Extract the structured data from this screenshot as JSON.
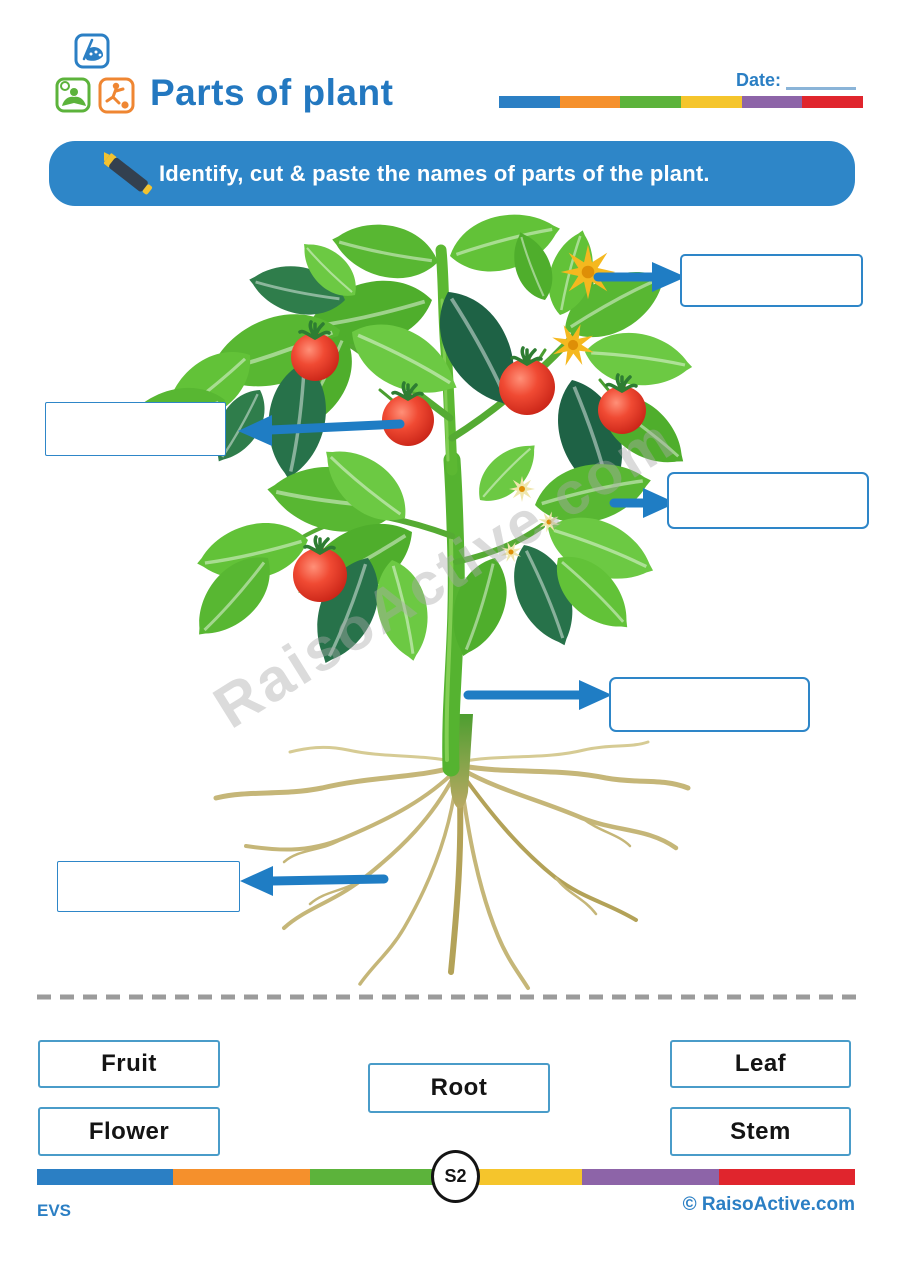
{
  "header": {
    "title": "Parts of plant",
    "date_label": "Date:",
    "logo_icons": [
      "art-palette",
      "reading-child",
      "sports-runner"
    ]
  },
  "instruction": {
    "text": "Identify, cut  & paste the names of parts of the plant."
  },
  "watermark": "RaisoActive.com",
  "diagram": {
    "answer_boxes": [
      {
        "id": "flower",
        "value": ""
      },
      {
        "id": "fruit",
        "value": ""
      },
      {
        "id": "leaf",
        "value": ""
      },
      {
        "id": "stem",
        "value": ""
      },
      {
        "id": "root",
        "value": ""
      }
    ]
  },
  "word_bank": {
    "words": [
      "Fruit",
      "Flower",
      "Root",
      "Leaf",
      "Stem"
    ]
  },
  "footer": {
    "badge": "S2",
    "subject": "EVS",
    "copyright": "© RaisoActive.com"
  },
  "colors": {
    "accent_blue": "#2b7fc4",
    "banner_blue": "#2e86c8",
    "arrow_blue": "#1f7dc4",
    "leaf_green": "#58b732",
    "tomato_red": "#e8362a",
    "flower_yellow": "#f5b81f",
    "root_tan": "#c5b678",
    "bar": [
      "#2b7fc4",
      "#f5902c",
      "#5cb33b",
      "#f5c52c",
      "#8d64a8",
      "#e0252d"
    ]
  }
}
